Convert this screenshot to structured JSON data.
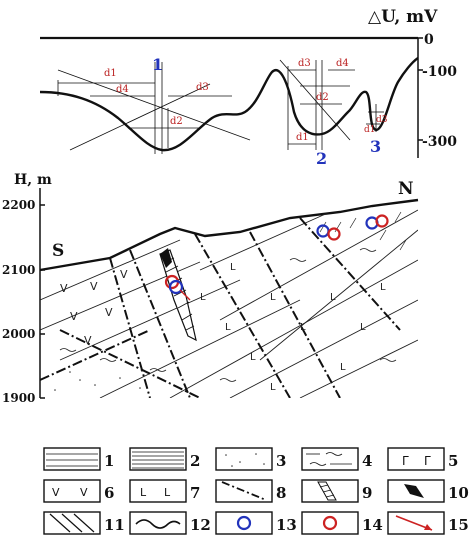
{
  "profile": {
    "axis_title": "△U, mV",
    "y_ticks": [
      "0",
      "-100",
      "-300"
    ],
    "anomaly_numbers": [
      "1",
      "2",
      "3"
    ],
    "params": {
      "a1": [
        "d1",
        "d4",
        "d3",
        "d2"
      ],
      "a2": [
        "d3",
        "d4",
        "d2",
        "d1"
      ],
      "a3": [
        "d3",
        "d1"
      ]
    }
  },
  "section": {
    "axis_title": "H, m",
    "y_ticks": [
      "2200",
      "2100",
      "2000",
      "1900"
    ],
    "left_label": "S",
    "right_label": "N"
  },
  "legend": {
    "numbers": [
      "1",
      "2",
      "3",
      "4",
      "5",
      "6",
      "7",
      "8",
      "9",
      "10",
      "11",
      "12",
      "13",
      "14",
      "15"
    ]
  },
  "colors": {
    "blue": "#2233bb",
    "red": "#cc2222"
  }
}
